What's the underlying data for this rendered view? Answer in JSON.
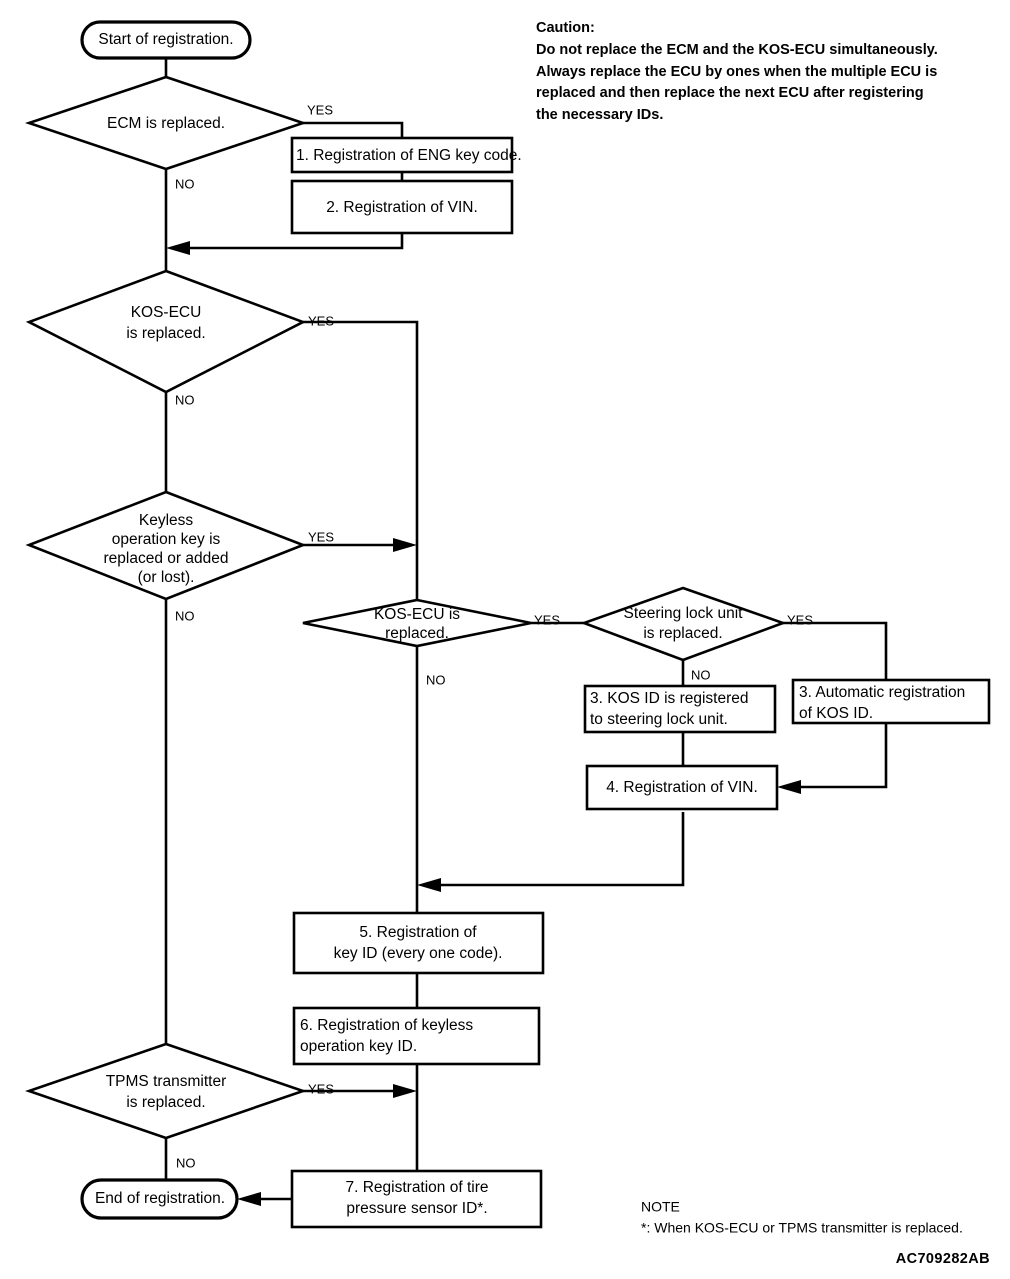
{
  "figure": {
    "code": "AC709282AB",
    "title": "Registration procedure flowchart"
  },
  "caution": {
    "heading": "Caution:",
    "lines": [
      "Do not replace the ECM and the KOS-ECU simultaneously.",
      "Always replace the ECU by ones when the multiple ECU is",
      "replaced and then replace the next ECU after registering",
      "the necessary IDs."
    ]
  },
  "note": {
    "heading": "NOTE",
    "lines": [
      "*: When KOS-ECU or TPMS transmitter is replaced."
    ]
  },
  "nodes": {
    "start": {
      "type": "terminator",
      "label": "Start of registration."
    },
    "end": {
      "type": "terminator",
      "label": "End of registration."
    },
    "d_ecm": {
      "type": "decision",
      "label": "ECM is replaced."
    },
    "d_kosecu1": {
      "type": "decision",
      "line1": "KOS-ECU",
      "line2": "is replaced."
    },
    "d_keyless": {
      "type": "decision",
      "line1": "Keyless",
      "line2": "operation key is",
      "line3": "replaced or added",
      "line4": "(or lost)."
    },
    "d_kosecu2": {
      "type": "decision",
      "line1": "KOS-ECU is",
      "line2": "replaced."
    },
    "d_steering": {
      "type": "decision",
      "line1": "Steering lock unit",
      "line2": "is replaced."
    },
    "d_tpms": {
      "type": "decision",
      "line1": "TPMS transmitter",
      "line2": "is replaced."
    },
    "p1": {
      "type": "process",
      "label": "1. Registration of ENG key code."
    },
    "p2": {
      "type": "process",
      "label": "2. Registration of VIN."
    },
    "p3a": {
      "type": "process",
      "line1": "3. KOS ID is registered",
      "line2": "to steering lock unit."
    },
    "p3b": {
      "type": "process",
      "line1": "3. Automatic registration",
      "line2": "of KOS ID."
    },
    "p4": {
      "type": "process",
      "label": "4. Registration of VIN."
    },
    "p5": {
      "type": "process",
      "line1": "5. Registration of",
      "line2": "key ID (every one code)."
    },
    "p6": {
      "type": "process",
      "line1": "6. Registration of keyless",
      "line2": "operation key ID."
    },
    "p7": {
      "type": "process",
      "line1": "7. Registration of tire",
      "line2": "pressure sensor ID*."
    }
  },
  "branches": {
    "ecm_yes": "YES",
    "ecm_no": "NO",
    "kosecu1_yes": "YES",
    "kosecu1_no": "NO",
    "keyless_yes": "YES",
    "keyless_no": "NO",
    "kosecu2_yes": "YES",
    "kosecu2_no": "NO",
    "steering_yes": "YES",
    "steering_no": "NO",
    "tpms_yes": "YES",
    "tpms_no": "NO"
  },
  "colors": {
    "stroke": "#000000",
    "fill": "#ffffff",
    "text": "#000000"
  }
}
